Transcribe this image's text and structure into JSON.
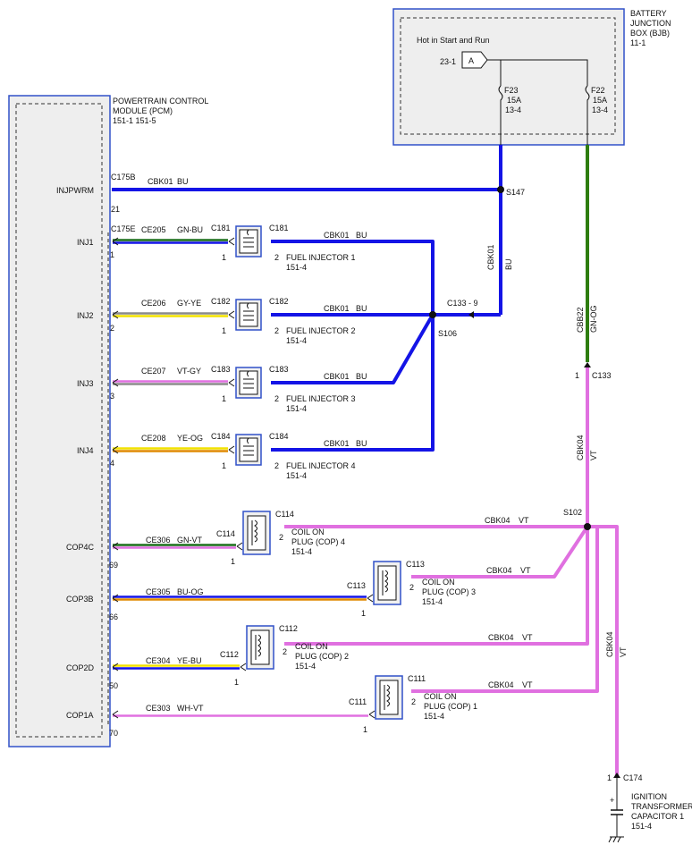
{
  "colors": {
    "blue": "#1414e6",
    "green_orange": "#2e7d10",
    "violet": "#e070e0",
    "box_border": "#3050c8",
    "box_fill": "#eeeeee"
  },
  "pcm": {
    "title1": "POWERTRAIN CONTROL",
    "title2": "MODULE (PCM)",
    "ref": "151-1   151-5"
  },
  "bjb": {
    "title1": "BATTERY",
    "title2": "JUNCTION",
    "title3": "BOX (BJB)",
    "ref": "11-1",
    "hot_label": "Hot in Start and Run",
    "pin_ref": "23-1",
    "pin_letter": "A",
    "fuses": [
      {
        "id": "F23",
        "rating": "15A",
        "ref": "13-4"
      },
      {
        "id": "F22",
        "rating": "15A",
        "ref": "13-4"
      }
    ]
  },
  "injpwr": {
    "pin_name": "INJPWRM",
    "connector": "C175B",
    "pin": "21",
    "circuit": "CBK01",
    "color": "BU",
    "splice": "S147"
  },
  "injectors": [
    {
      "pin_name": "INJ1",
      "pcm_conn": "C175E",
      "pcm_pin": "1",
      "circuit": "CE205",
      "color": "GN-BU",
      "conn": "C181",
      "pin_a": "1",
      "pin_b": "2",
      "out_circuit": "CBK01",
      "out_color": "BU",
      "name": "FUEL INJECTOR 1",
      "ref": "151-4"
    },
    {
      "pin_name": "INJ2",
      "pcm_conn": "",
      "pcm_pin": "2",
      "circuit": "CE206",
      "color": "GY-YE",
      "conn": "C182",
      "pin_a": "1",
      "pin_b": "2",
      "out_circuit": "CBK01",
      "out_color": "BU",
      "name": "FUEL INJECTOR 2",
      "ref": "151-4"
    },
    {
      "pin_name": "INJ3",
      "pcm_conn": "",
      "pcm_pin": "3",
      "circuit": "CE207",
      "color": "VT-GY",
      "conn": "C183",
      "pin_a": "1",
      "pin_b": "2",
      "out_circuit": "CBK01",
      "out_color": "BU",
      "name": "FUEL INJECTOR 3",
      "ref": "151-4"
    },
    {
      "pin_name": "INJ4",
      "pcm_conn": "",
      "pcm_pin": "4",
      "circuit": "CE208",
      "color": "YE-OG",
      "conn": "C184",
      "pin_a": "1",
      "pin_b": "2",
      "out_circuit": "CBK01",
      "out_color": "BU",
      "name": "FUEL INJECTOR 4",
      "ref": "151-4"
    }
  ],
  "injector_bus": {
    "vertical_circuit": "CBK01",
    "vertical_color": "BU",
    "conn_label": "C133 - 9",
    "splice": "S106"
  },
  "bjb_feed": {
    "circuit": "CBB22",
    "color": "GN-OG",
    "conn": "C133",
    "pin": "1"
  },
  "coil_feed": {
    "circuit": "CBK04",
    "color": "VT",
    "splice": "S102"
  },
  "coils": [
    {
      "pin_name": "COP4C",
      "pcm_pin": "69",
      "circuit": "CE306",
      "color": "GN-VT",
      "conn_in": "C114",
      "conn_out": "C114",
      "pin_a": "1",
      "pin_b": "2",
      "out_circuit": "CBK04",
      "out_color": "VT",
      "name1": "COIL ON",
      "name2": "PLUG (COP) 4",
      "ref": "151-4"
    },
    {
      "pin_name": "COP3B",
      "pcm_pin": "66",
      "circuit": "CE305",
      "color": "BU-OG",
      "conn_in": "C113",
      "conn_out": "C113",
      "pin_a": "1",
      "pin_b": "2",
      "out_circuit": "CBK04",
      "out_color": "VT",
      "name1": "COIL ON",
      "name2": "PLUG (COP) 3",
      "ref": "151-4"
    },
    {
      "pin_name": "COP2D",
      "pcm_pin": "50",
      "circuit": "CE304",
      "color": "YE-BU",
      "conn_in": "C112",
      "conn_out": "C112",
      "pin_a": "1",
      "pin_b": "2",
      "out_circuit": "CBK04",
      "out_color": "VT",
      "name1": "COIL ON",
      "name2": "PLUG (COP) 2",
      "ref": "151-4"
    },
    {
      "pin_name": "COP1A",
      "pcm_pin": "70",
      "circuit": "CE303",
      "color": "WH-VT",
      "conn_in": "C111",
      "conn_out": "C111",
      "pin_a": "1",
      "pin_b": "2",
      "out_circuit": "CBK04",
      "out_color": "VT",
      "name1": "COIL ON",
      "name2": "PLUG (COP) 1",
      "ref": "151-4"
    }
  ],
  "capacitor": {
    "conn": "C174",
    "pin": "1",
    "circuit": "CBK04",
    "color": "VT",
    "name1": "IGNITION",
    "name2": "TRANSFORMER",
    "name3": "CAPACITOR 1",
    "ref": "151-4"
  }
}
